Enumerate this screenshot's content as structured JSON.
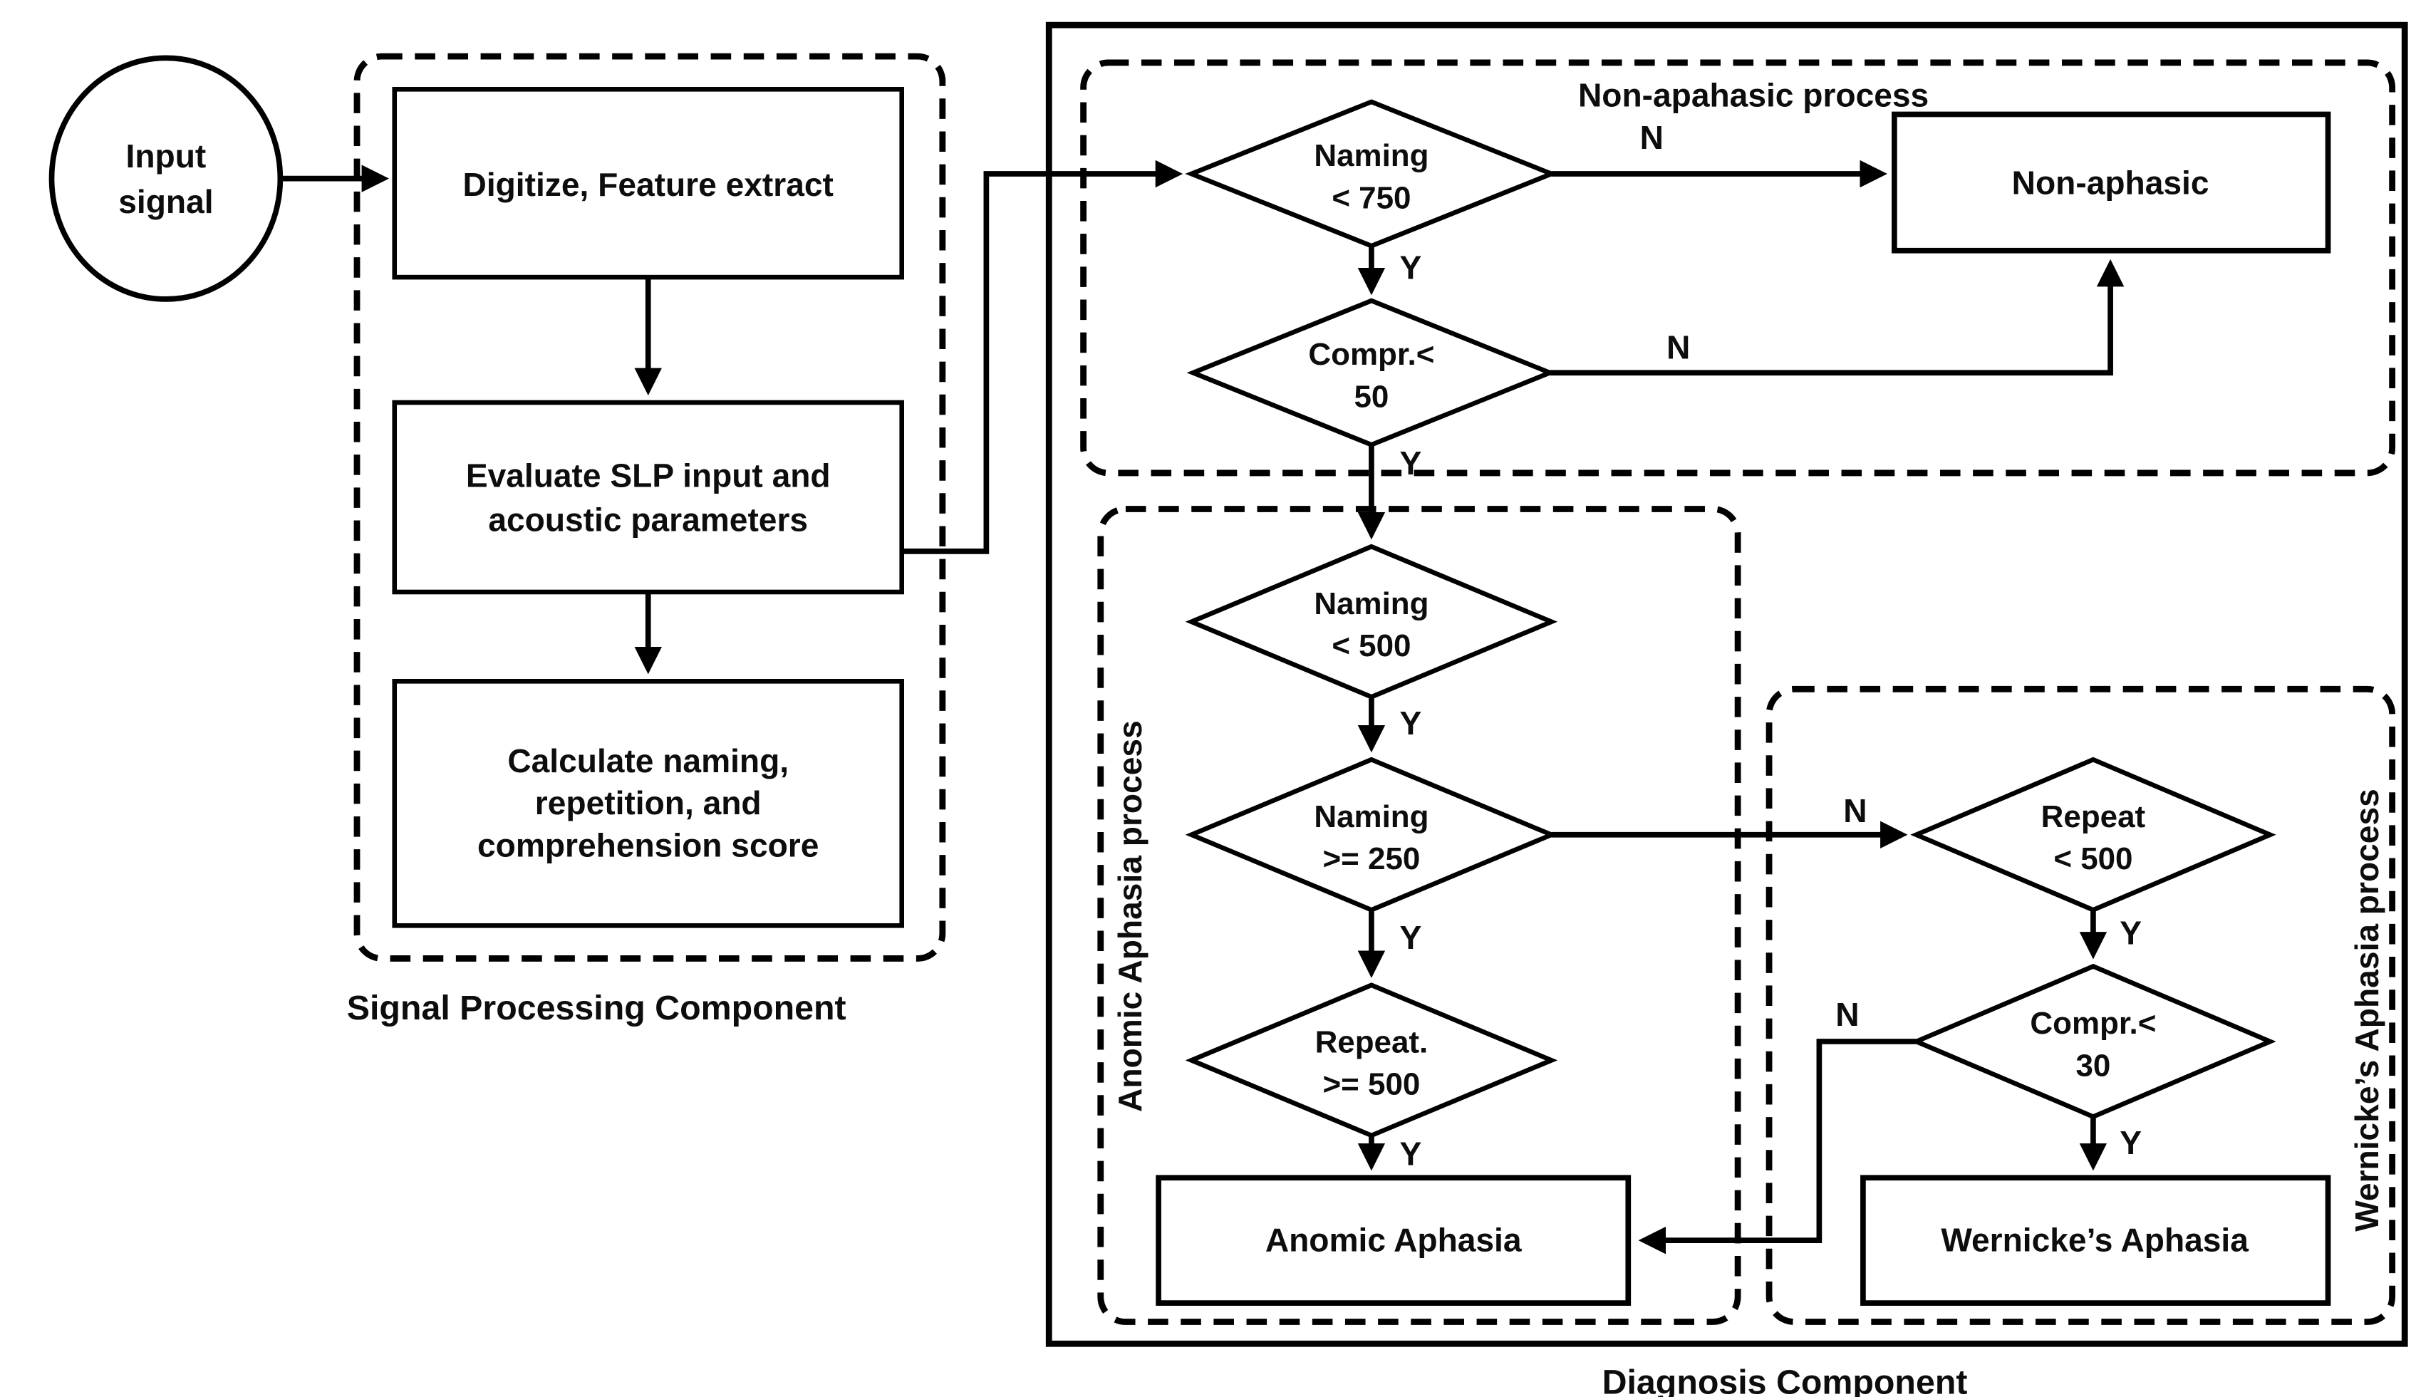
{
  "colors": {
    "ink": "#000000",
    "background": "#ffffff"
  },
  "input_node": {
    "line1": "Input",
    "line2": "signal"
  },
  "signal_processing": {
    "container_label": "Signal Processing Component",
    "digitize_label": "Digitize, Feature extract",
    "evaluate_line1": "Evaluate SLP input and",
    "evaluate_line2": "acoustic parameters",
    "calculate_line1": "Calculate naming,",
    "calculate_line2": "repetition, and",
    "calculate_line3": "comprehension score"
  },
  "diagnosis": {
    "container_label": "Diagnosis Component",
    "non_aphasic": {
      "label": "Non-apahasic  process",
      "d1_line1": "Naming",
      "d1_line2": "< 750",
      "d2_line1": "Compr.<",
      "d2_line2": "50",
      "result": "Non-aphasic"
    },
    "anomic": {
      "label": "Anomic Aphasia process",
      "d1_line1": "Naming",
      "d1_line2": "< 500",
      "d2_line1": "Naming",
      "d2_line2": ">= 250",
      "d3_line1": "Repeat.",
      "d3_line2": ">= 500",
      "result": "Anomic Aphasia"
    },
    "wernicke": {
      "label": "Wernicke’s Aphasia process",
      "d1_line1": "Repeat",
      "d1_line2": "< 500",
      "d2_line1": "Compr.<",
      "d2_line2": "30",
      "result": "Wernicke’s Aphasia"
    }
  },
  "edge_labels": {
    "yes": "Y",
    "no": "N"
  }
}
